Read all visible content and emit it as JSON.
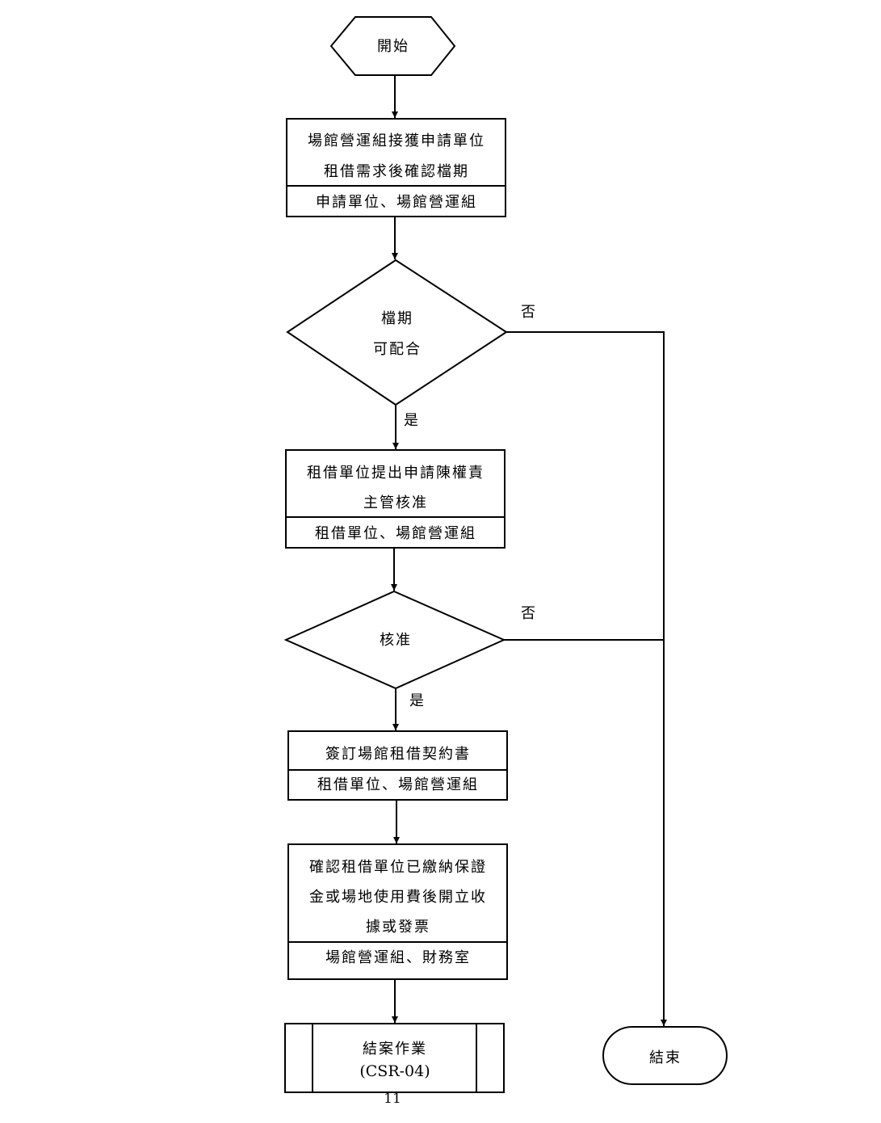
{
  "start": {
    "label": "開始"
  },
  "step1": {
    "lines": [
      "場館營運組接獲申請單位",
      "租借需求後確認檔期"
    ],
    "role": "申請單位、場館營運組"
  },
  "decision1": {
    "lines": [
      "檔期",
      "可配合"
    ],
    "yes": "是",
    "no": "否"
  },
  "step2": {
    "lines": [
      "租借單位提出申請陳權責",
      "主管核准"
    ],
    "role": "租借單位、場館營運組"
  },
  "decision2": {
    "label": "核准",
    "yes": "是",
    "no": "否"
  },
  "step3": {
    "lines": [
      "簽訂場館租借契約書"
    ],
    "role": "租借單位、場館營運組"
  },
  "step4": {
    "lines": [
      "確認租借單位已繳納保證",
      "金或場地使用費後開立收",
      "據或發票"
    ],
    "role": "場館營運組、財務室"
  },
  "subprocess": {
    "lines": [
      "結案作業",
      "(CSR-04)"
    ]
  },
  "end": {
    "label": "結束"
  },
  "page_number": "11"
}
